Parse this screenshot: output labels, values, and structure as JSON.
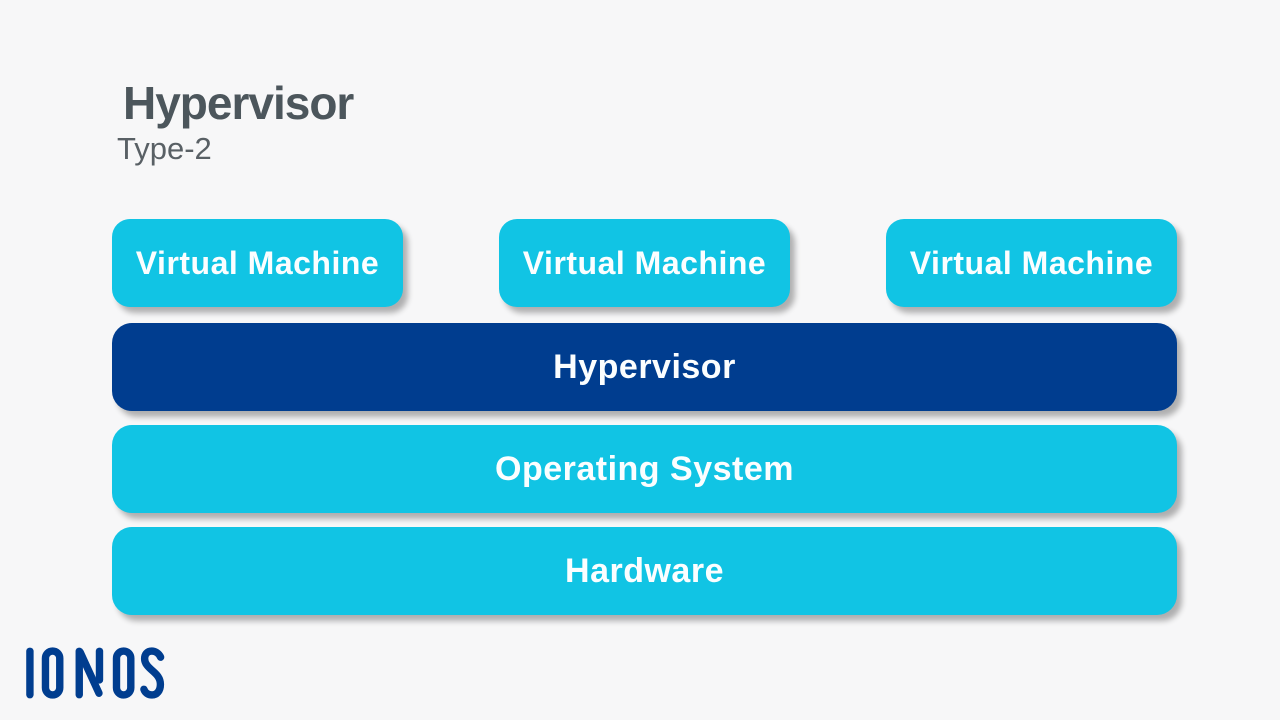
{
  "title": {
    "heading": "Hypervisor",
    "subtitle": "Type-2"
  },
  "diagram": {
    "vm_row": [
      {
        "label": "Virtual Machine"
      },
      {
        "label": "Virtual Machine"
      },
      {
        "label": "Virtual Machine"
      }
    ],
    "layers": [
      {
        "label": "Hypervisor",
        "variant": "dark"
      },
      {
        "label": "Operating System",
        "variant": "cyan"
      },
      {
        "label": "Hardware",
        "variant": "cyan"
      }
    ]
  },
  "branding": {
    "logo_text": "IONOS"
  },
  "colors": {
    "cyan": "#11c4e4",
    "dark_blue": "#003d8f",
    "background": "#f7f7f8",
    "title_text": "#4c565c",
    "subtitle_text": "#596065",
    "label_text": "#fbfeff"
  }
}
